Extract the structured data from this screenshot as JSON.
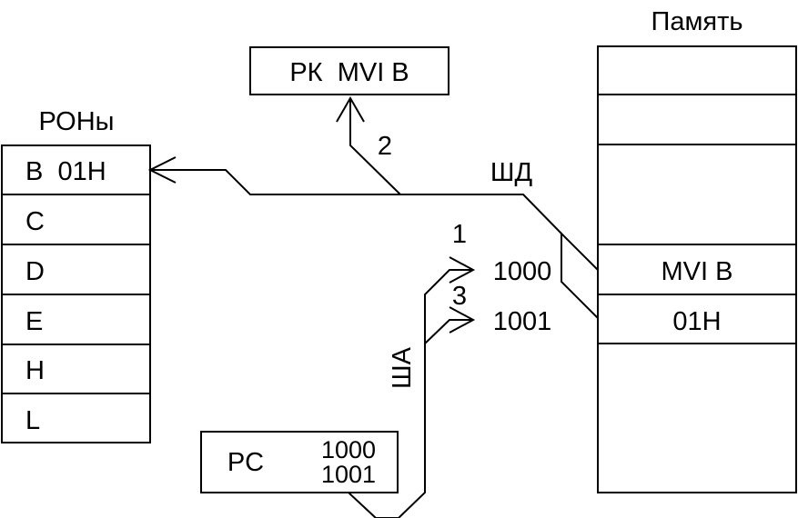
{
  "registers": {
    "title": "РОНы",
    "cells": [
      "B  01H",
      "C",
      "D",
      "E",
      "H",
      "L"
    ]
  },
  "instruction_register": {
    "label": "РК  MVI B"
  },
  "memory": {
    "title": "Память",
    "cells": [
      "",
      "",
      "",
      "MVI B",
      "01H",
      ""
    ]
  },
  "program_counter": {
    "label": "PC",
    "values": [
      "1000",
      "1001"
    ]
  },
  "buses": {
    "data_bus": "ШД",
    "address_bus": "ША"
  },
  "addresses": [
    "1000",
    "1001"
  ],
  "steps": [
    "1",
    "2",
    "3"
  ]
}
